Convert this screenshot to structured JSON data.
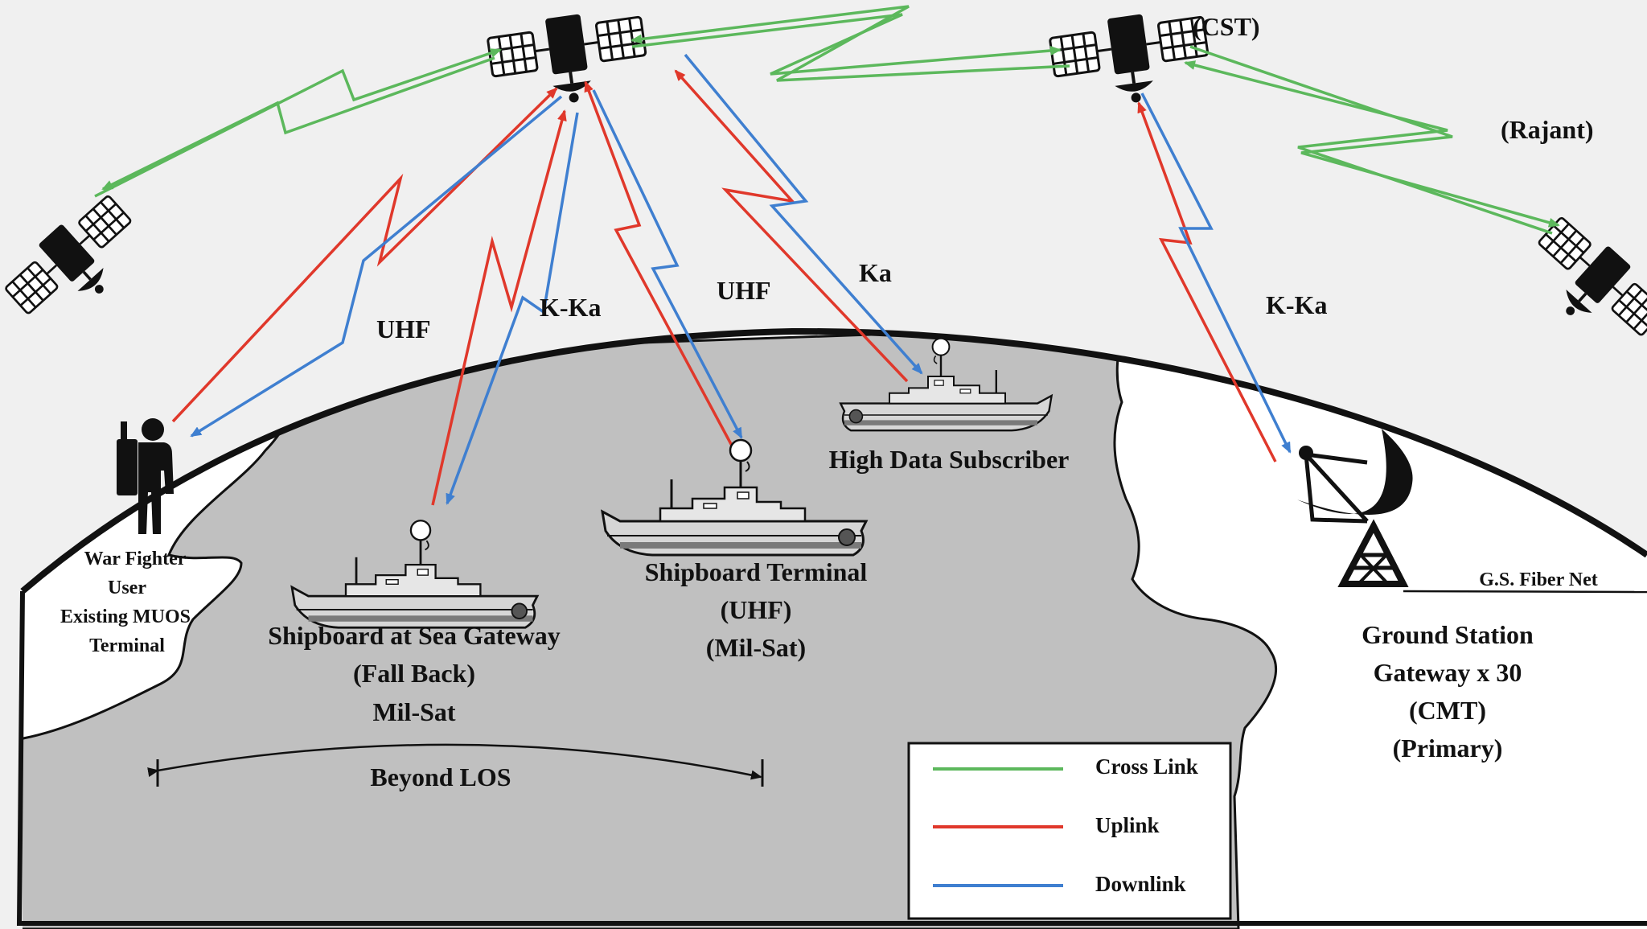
{
  "satellites": {
    "cst_label": "(CST)",
    "rajant_label": "(Rajant)"
  },
  "link_labels": {
    "uhf_left": "UHF",
    "kka_left": "K-Ka",
    "uhf_mid": "UHF",
    "ka": "Ka",
    "kka_right": "K-Ka"
  },
  "nodes": {
    "war_fighter": [
      "War Fighter",
      "User",
      "Existing MUOS",
      "Terminal"
    ],
    "sea_gateway": [
      "Shipboard at Sea Gateway",
      "(Fall Back)",
      "Mil-Sat"
    ],
    "shipboard_terminal": [
      "Shipboard Terminal",
      "(UHF)",
      "(Mil-Sat)"
    ],
    "high_data": "High Data Subscriber",
    "ground_station": [
      "Ground Station",
      "Gateway x 30",
      "(CMT)",
      "(Primary)"
    ],
    "fiber": "G.S. Fiber Net"
  },
  "range_label": "Beyond LOS",
  "legend": [
    {
      "label": "Cross Link",
      "color": "#5cb85c"
    },
    {
      "label": "Uplink",
      "color": "#e0382b"
    },
    {
      "label": "Downlink",
      "color": "#3f7fd0"
    }
  ],
  "colors": {
    "cross": "#5cb85c",
    "up": "#e0382b",
    "down": "#3f7fd0",
    "land": "#c0c0c0",
    "sky": "#f0f0f0"
  }
}
